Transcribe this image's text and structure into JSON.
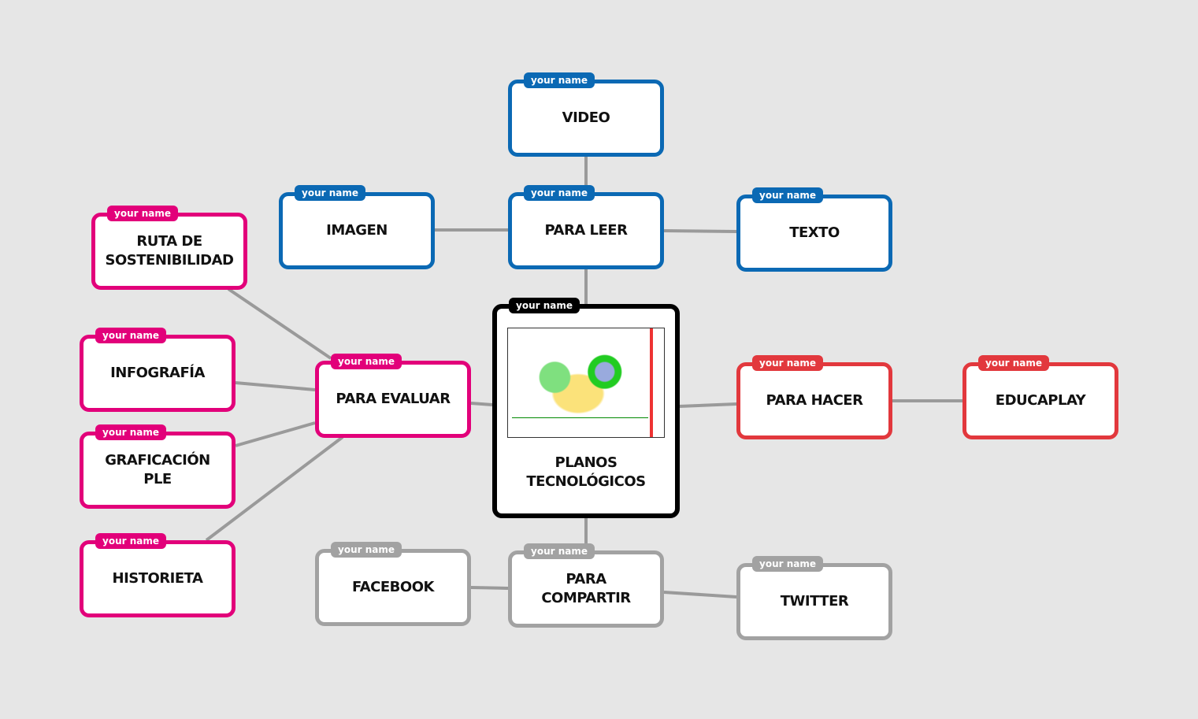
{
  "tag_text": "your name",
  "colors": {
    "blue": "#0b69b4",
    "pink": "#e2007a",
    "red": "#e2383d",
    "gray": "#a2a2a2",
    "black": "#000000",
    "connector": "#9a9a9a",
    "background": "#e6e6e6"
  },
  "center": {
    "label": "PLANOS\nTECNOLÓGICOS",
    "tag": "your name",
    "image": "technical-floor-plan-thumbnail"
  },
  "nodes": {
    "video": {
      "label": "VIDEO",
      "tag": "your name"
    },
    "para_leer": {
      "label": "PARA LEER",
      "tag": "your name"
    },
    "imagen": {
      "label": "IMAGEN",
      "tag": "your name"
    },
    "texto": {
      "label": "TEXTO",
      "tag": "your name"
    },
    "ruta": {
      "label": "RUTA DE\nSOSTENIBILIDAD",
      "tag": "your name"
    },
    "infografia": {
      "label": "INFOGRAFÍA",
      "tag": "your name"
    },
    "para_evaluar": {
      "label": "PARA EVALUAR",
      "tag": "your name"
    },
    "graficacion": {
      "label": "GRAFICACIÓN\nPLE",
      "tag": "your name"
    },
    "historieta": {
      "label": "HISTORIETA",
      "tag": "your name"
    },
    "para_hacer": {
      "label": "PARA HACER",
      "tag": "your name"
    },
    "educaplay": {
      "label": "EDUCAPLAY",
      "tag": "your name"
    },
    "facebook": {
      "label": "FACEBOOK",
      "tag": "your name"
    },
    "para_compartir": {
      "label": "PARA\nCOMPARTIR",
      "tag": "your name"
    },
    "twitter": {
      "label": "TWITTER",
      "tag": "your name"
    }
  }
}
